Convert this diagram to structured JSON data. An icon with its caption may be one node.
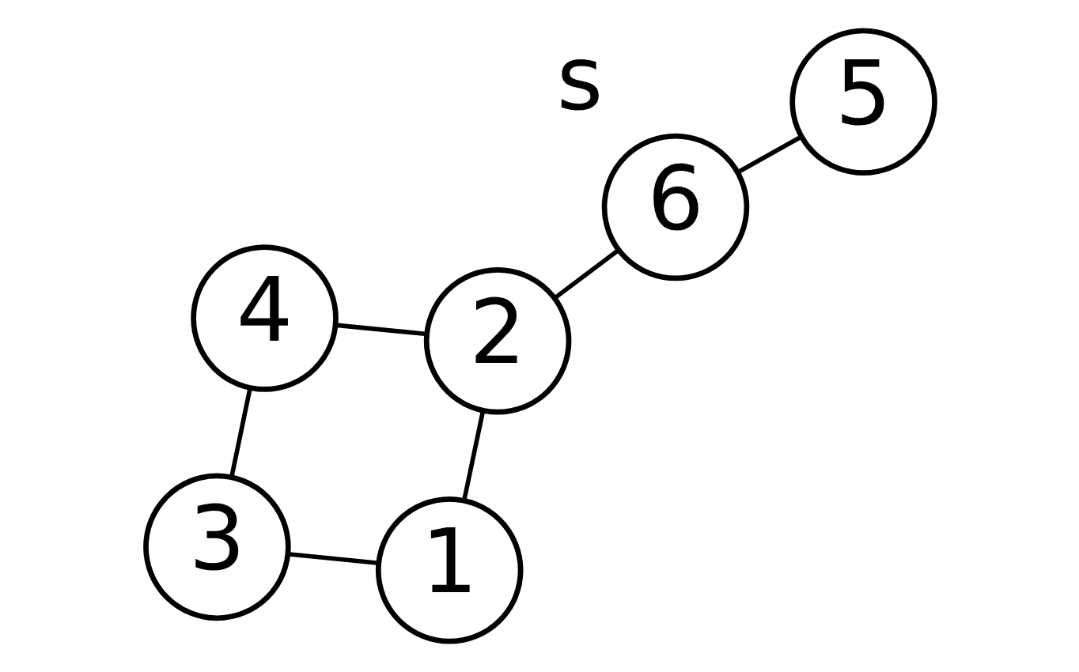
{
  "diagram": {
    "nodes": [
      {
        "text": [
          "1"
        ]
      },
      {
        "text": [
          "2"
        ]
      },
      {
        "text": [
          "3"
        ]
      },
      {
        "text": [
          "4"
        ]
      },
      {
        "text": [
          "5"
        ]
      },
      {
        "text": [
          "6"
        ],
        "beside": [
          "s"
        ]
      }
    ],
    "edges": [
      {
        "from": 0,
        "to": 1,
        "arrow": "none"
      },
      {
        "from": 0,
        "to": 2,
        "arrow": "none"
      },
      {
        "from": 2,
        "to": 3,
        "arrow": "none"
      },
      {
        "from": 1,
        "to": 3,
        "arrow": "none"
      },
      {
        "from": 1,
        "to": 5,
        "arrow": "none"
      },
      {
        "from": 5,
        "to": 4,
        "arrow": "none"
      }
    ]
  }
}
